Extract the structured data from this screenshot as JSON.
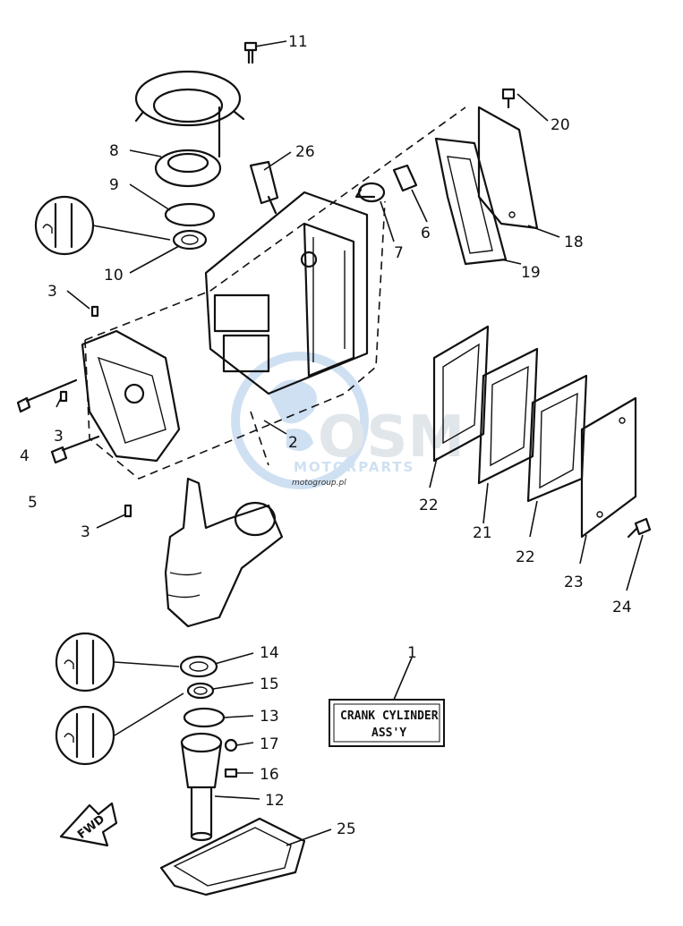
{
  "diagram": {
    "callouts": {
      "p1": "1",
      "p2": "2",
      "p3a": "3",
      "p3b": "3",
      "p3c": "3",
      "p4": "4",
      "p5": "5",
      "p6": "6",
      "p7": "7",
      "p8": "8",
      "p9": "9",
      "p10": "10",
      "p11": "11",
      "p12": "12",
      "p13": "13",
      "p14": "14",
      "p15": "15",
      "p16": "16",
      "p17": "17",
      "p18": "18",
      "p19": "19",
      "p20": "20",
      "p21": "21",
      "p22a": "22",
      "p22b": "22",
      "p23": "23",
      "p24": "24",
      "p25": "25",
      "p26": "26"
    },
    "label_box": {
      "line1": "CRANK CYLINDER",
      "line2": "ASS'Y"
    },
    "fwd_arrow": "FWD",
    "watermark": {
      "brand": "OSM",
      "sub": "MOTORPARTS",
      "color": "#a9c8e8"
    },
    "stamp": "motogroup.pl"
  }
}
